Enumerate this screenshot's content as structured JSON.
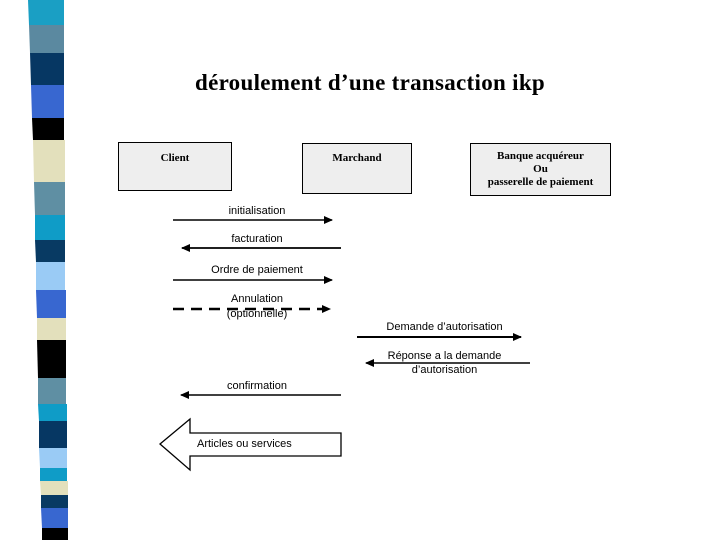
{
  "slide": {
    "title": "déroulement d’une transaction ikp",
    "background": "#ffffff"
  },
  "decor_band": {
    "name": "left-color-stripe",
    "colors": [
      "#1a9fc4",
      "#5b89a0",
      "#063763",
      "#3867d0",
      "#000000",
      "#e3e0bc",
      "#5f8fa3",
      "#0f9cc7",
      "#083a63",
      "#9acbf5",
      "#3867d0",
      "#e3e0bc",
      "#000000",
      "#5f8fa3",
      "#0f9cc7",
      "#063763",
      "#9acbf5",
      "#0f9cc7",
      "#e3e0bc",
      "#083a63",
      "#3867d0",
      "#000000"
    ]
  },
  "actors": [
    {
      "id": "client",
      "lines": [
        "Client"
      ]
    },
    {
      "id": "marchand",
      "lines": [
        "Marchand"
      ]
    },
    {
      "id": "banque",
      "lines": [
        "Banque acquéreur",
        "Ou",
        "passerelle de paiement"
      ]
    }
  ],
  "flows": [
    {
      "id": "initialisation",
      "label": "initialisation",
      "from": "client",
      "to": "marchand",
      "direction": "right",
      "style": "solid"
    },
    {
      "id": "facturation",
      "label": "facturation",
      "from": "marchand",
      "to": "client",
      "direction": "left",
      "style": "solid"
    },
    {
      "id": "ordre-de-paiement",
      "label": "Ordre de paiement",
      "from": "client",
      "to": "marchand",
      "direction": "right",
      "style": "solid"
    },
    {
      "id": "annulation",
      "label": "Annulation",
      "label2": "(optionnelle)",
      "from": "client",
      "to": "marchand",
      "direction": "right",
      "style": "dashed"
    },
    {
      "id": "demande-autorisation",
      "label": "Demande d’autorisation",
      "from": "marchand",
      "to": "banque",
      "direction": "right",
      "style": "solid"
    },
    {
      "id": "reponse-autorisation",
      "label": "Réponse a la demande",
      "label2": "d’autorisation",
      "from": "banque",
      "to": "marchand",
      "direction": "left",
      "style": "solid"
    },
    {
      "id": "confirmation",
      "label": "confirmation",
      "from": "marchand",
      "to": "client",
      "direction": "left",
      "style": "solid"
    },
    {
      "id": "articles-ou-services",
      "label": "Articles ou services",
      "from": "marchand",
      "to": "client",
      "direction": "left",
      "style": "block-arrow"
    }
  ]
}
